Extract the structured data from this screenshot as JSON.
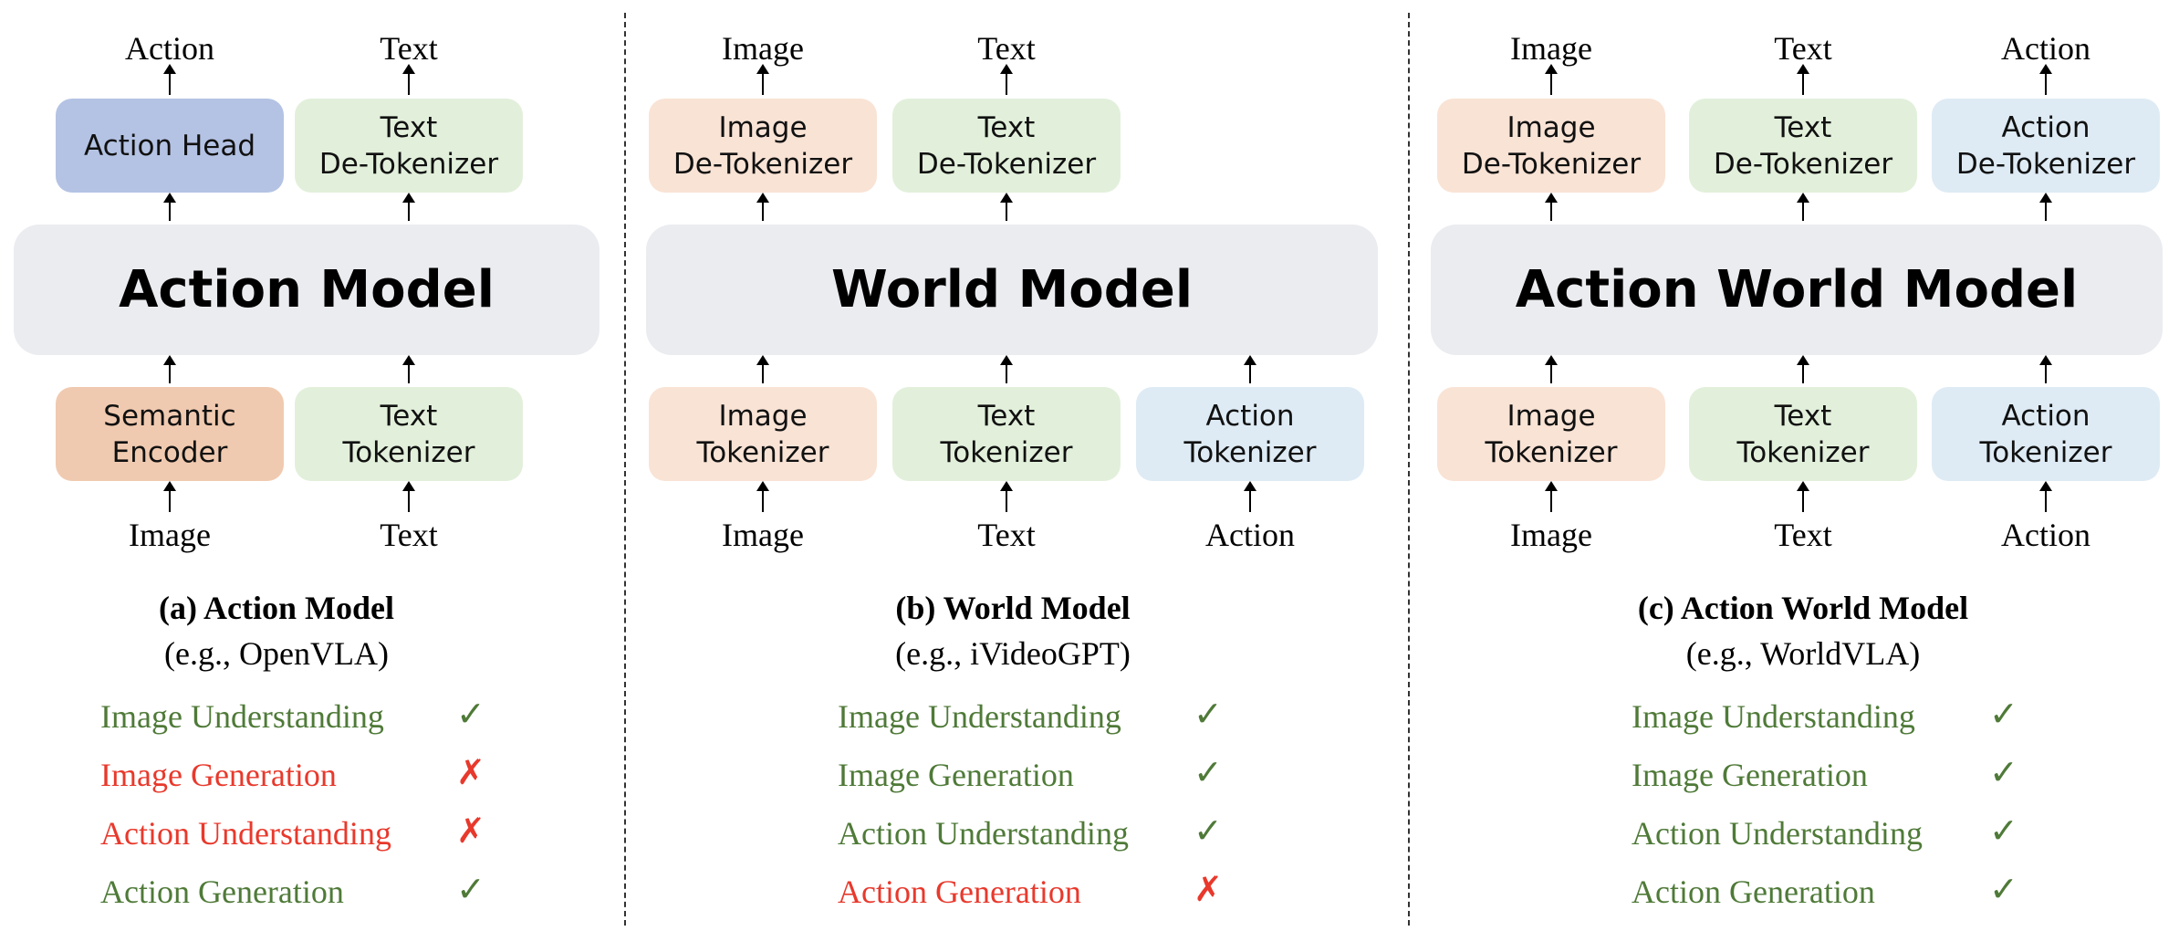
{
  "colors": {
    "action_blue": "#b4c3e4",
    "action_light_blue": "#deebf5",
    "semantic_orange": "#f0cab0",
    "image_peach": "#f9e3d5",
    "text_green": "#e2f0db",
    "model_gray": "#ebecf0",
    "supported_green": "#4f7a38",
    "unsupported_red": "#e8392c"
  },
  "panels": [
    {
      "model_label": "Action Model",
      "top_boxes": [
        {
          "label": "Action Head",
          "output": "Action",
          "color": "#b4c3e4"
        },
        {
          "label": "Text\nDe-Tokenizer",
          "output": "Text",
          "color": "#e2f0db"
        }
      ],
      "bottom_boxes": [
        {
          "label": "Semantic\nEncoder",
          "input": "Image",
          "color": "#f0cab0"
        },
        {
          "label": "Text\nTokenizer",
          "input": "Text",
          "color": "#e2f0db"
        }
      ],
      "caption_title": "(a) Action Model",
      "caption_example": "(e.g., OpenVLA)",
      "capabilities": [
        {
          "label": "Image Understanding",
          "mark": "✓",
          "supported": true
        },
        {
          "label": "Image Generation",
          "mark": "✗",
          "supported": false
        },
        {
          "label": "Action Understanding",
          "mark": "✗",
          "supported": false
        },
        {
          "label": "Action Generation",
          "mark": "✓",
          "supported": true
        }
      ]
    },
    {
      "model_label": "World Model",
      "top_boxes": [
        {
          "label": "Image\nDe-Tokenizer",
          "output": "Image",
          "color": "#f9e3d5"
        },
        {
          "label": "Text\nDe-Tokenizer",
          "output": "Text",
          "color": "#e2f0db"
        }
      ],
      "bottom_boxes": [
        {
          "label": "Image\nTokenizer",
          "input": "Image",
          "color": "#f9e3d5"
        },
        {
          "label": "Text\nTokenizer",
          "input": "Text",
          "color": "#e2f0db"
        },
        {
          "label": "Action\nTokenizer",
          "input": "Action",
          "color": "#deebf5"
        }
      ],
      "caption_title": "(b) World Model",
      "caption_example": "(e.g., iVideoGPT)",
      "capabilities": [
        {
          "label": "Image Understanding",
          "mark": "✓",
          "supported": true
        },
        {
          "label": "Image Generation",
          "mark": "✓",
          "supported": true
        },
        {
          "label": "Action Understanding",
          "mark": "✓",
          "supported": true
        },
        {
          "label": "Action Generation",
          "mark": "✗",
          "supported": false
        }
      ]
    },
    {
      "model_label": "Action World Model",
      "top_boxes": [
        {
          "label": "Image\nDe-Tokenizer",
          "output": "Image",
          "color": "#f9e3d5"
        },
        {
          "label": "Text\nDe-Tokenizer",
          "output": "Text",
          "color": "#e2f0db"
        },
        {
          "label": "Action\nDe-Tokenizer",
          "output": "Action",
          "color": "#deebf5"
        }
      ],
      "bottom_boxes": [
        {
          "label": "Image\nTokenizer",
          "input": "Image",
          "color": "#f9e3d5"
        },
        {
          "label": "Text\nTokenizer",
          "input": "Text",
          "color": "#e2f0db"
        },
        {
          "label": "Action\nTokenizer",
          "input": "Action",
          "color": "#deebf5"
        }
      ],
      "caption_title": "(c) Action World Model",
      "caption_example": "(e.g., WorldVLA)",
      "capabilities": [
        {
          "label": "Image Understanding",
          "mark": "✓",
          "supported": true
        },
        {
          "label": "Image Generation",
          "mark": "✓",
          "supported": true
        },
        {
          "label": "Action Understanding",
          "mark": "✓",
          "supported": true
        },
        {
          "label": "Action Generation",
          "mark": "✓",
          "supported": true
        }
      ]
    }
  ]
}
